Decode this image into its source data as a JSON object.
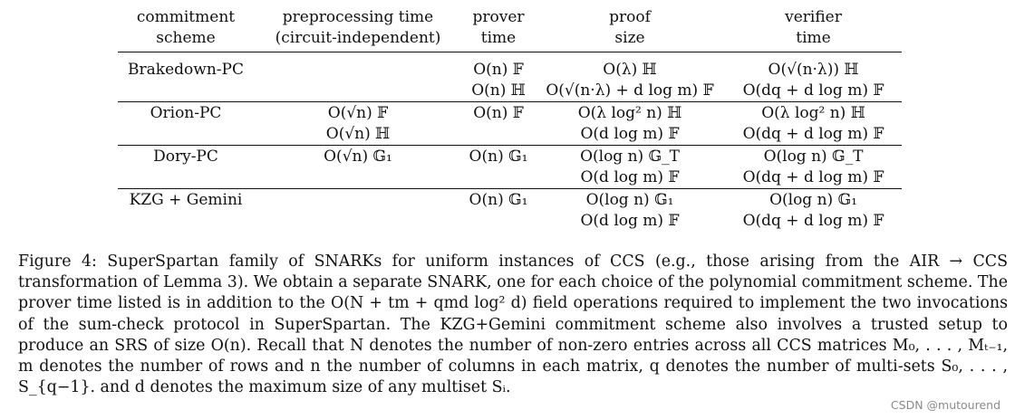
{
  "table": {
    "headers": [
      [
        "commitment",
        "scheme"
      ],
      [
        "preprocessing time",
        "(circuit-independent)"
      ],
      [
        "prover",
        "time"
      ],
      [
        "proof",
        "size"
      ],
      [
        "verifier",
        "time"
      ]
    ],
    "rows": [
      {
        "scheme": "Brakedown-PC",
        "preprocessing": [],
        "prover": [
          "O(n) 𝔽",
          "O(n) ℍ"
        ],
        "proof": [
          "O(λ) ℍ",
          "O(√(n·λ) + d log m) 𝔽"
        ],
        "verifier": [
          "O(√(n·λ)) ℍ",
          "O(dq + d log m) 𝔽"
        ]
      },
      {
        "scheme": "Orion-PC",
        "preprocessing": [
          "O(√n) 𝔽",
          "O(√n) ℍ"
        ],
        "prover": [
          "O(n) 𝔽"
        ],
        "proof": [
          "O(λ log² n) ℍ",
          "O(d log m) 𝔽"
        ],
        "verifier": [
          "O(λ log² n) ℍ",
          "O(dq + d log m) 𝔽"
        ]
      },
      {
        "scheme": "Dory-PC",
        "preprocessing": [
          "O(√n) 𝔾₁"
        ],
        "prover": [
          "O(n) 𝔾₁"
        ],
        "proof": [
          "O(log n) 𝔾_T",
          "O(d log m) 𝔽"
        ],
        "verifier": [
          "O(log n) 𝔾_T",
          "O(dq + d log m) 𝔽"
        ]
      },
      {
        "scheme": "KZG + Gemini",
        "preprocessing": [],
        "prover": [
          "O(n) 𝔾₁"
        ],
        "proof": [
          "O(log n) 𝔾₁",
          "O(d log m) 𝔽"
        ],
        "verifier": [
          "O(log n) 𝔾₁",
          "O(dq + d log m) 𝔽"
        ]
      }
    ]
  },
  "caption": {
    "lines": [
      "Figure 4: SuperSpartan family of SNARKs for uniform instances of CCS (e.g., those arising from the AIR → CCS",
      "transformation of Lemma 3). We obtain a separate SNARK, one for each choice of the polynomial commitment",
      "scheme. The prover time listed is in addition to the O(N + tm + qmd log² d) field operations required to implement",
      "the two invocations of the sum-check protocol in SuperSpartan. The KZG+Gemini commitment scheme also involves",
      "a trusted setup to produce an SRS of size O(n). Recall that N denotes the number of non-zero entries across all CCS",
      "matrices M₀, . . . , Mₜ₋₁, m denotes the number of rows and n the number of columns in each matrix, q denotes the",
      "number of multi-sets S₀, . . . , S_{q−1}. and d denotes the maximum size of any multiset Sᵢ."
    ]
  },
  "watermark": "CSDN @mutourend"
}
